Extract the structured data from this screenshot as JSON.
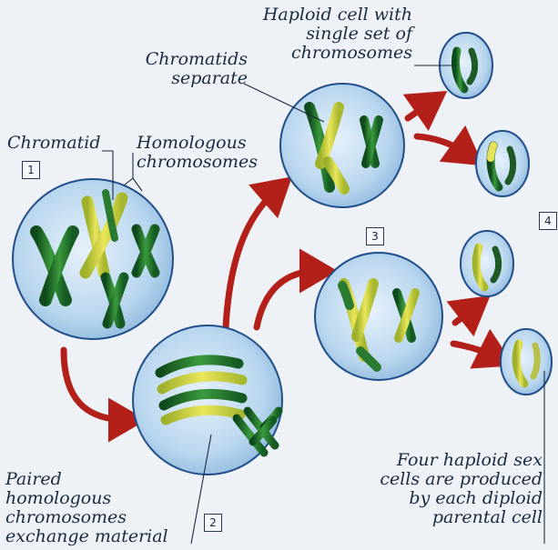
{
  "labels": {
    "haploid_cell": [
      "Haploid cell with",
      "single set of",
      "chromosomes"
    ],
    "chromatids_separate": [
      "Chromatids",
      "separate"
    ],
    "chromatid": "Chromatid",
    "homologous": [
      "Homologous",
      "chromosomes"
    ],
    "paired": [
      "Paired",
      "homologous",
      "chromosomes",
      "exchange material"
    ],
    "four_haploid": [
      "Four haploid sex",
      "cells are produced",
      "by each diploid",
      "parental cell"
    ]
  },
  "steps": [
    "1",
    "2",
    "3",
    "4"
  ],
  "colors": {
    "cell_fill": "#bfd9ee",
    "cell_edge": "#1f4e8a",
    "chromosome_dark": "#1f6a2a",
    "chromosome_light": "#d6d940",
    "arrow": "#b3201a"
  }
}
